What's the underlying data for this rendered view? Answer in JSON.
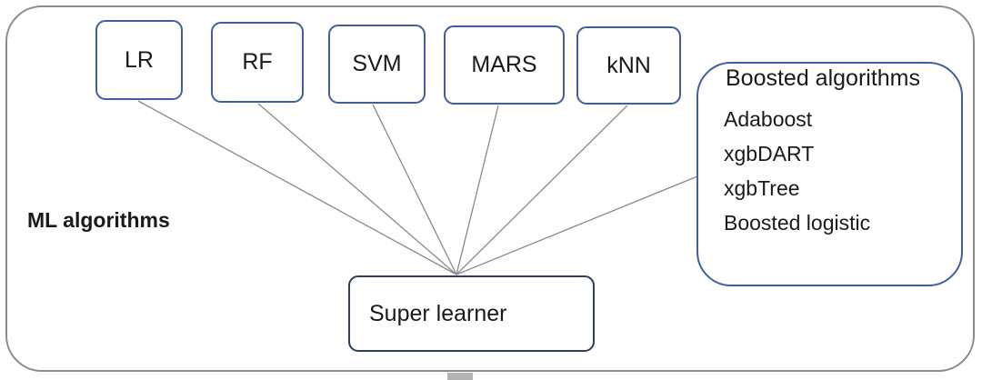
{
  "diagram": {
    "group_label": "ML algorithms",
    "base_learners": [
      {
        "id": "lr",
        "label": "LR"
      },
      {
        "id": "rf",
        "label": "RF"
      },
      {
        "id": "svm",
        "label": "SVM"
      },
      {
        "id": "mars",
        "label": "MARS"
      },
      {
        "id": "knn",
        "label": "kNN"
      }
    ],
    "boosted": {
      "title": "Boosted algorithms",
      "items": [
        "Adaboost",
        "xgbDART",
        "xgbTree",
        "Boosted logistic"
      ]
    },
    "meta_learner": "Super learner",
    "edges": [
      {
        "from": "lr",
        "to": "meta"
      },
      {
        "from": "rf",
        "to": "meta"
      },
      {
        "from": "svm",
        "to": "meta"
      },
      {
        "from": "mars",
        "to": "meta"
      },
      {
        "from": "knn",
        "to": "meta"
      },
      {
        "from": "boosted",
        "to": "meta"
      }
    ],
    "colors": {
      "node_border": "#3f5f9e",
      "meta_border": "#2f3e5c",
      "frame_border": "#8c8c8c",
      "edge": "#8a8a8a"
    }
  }
}
